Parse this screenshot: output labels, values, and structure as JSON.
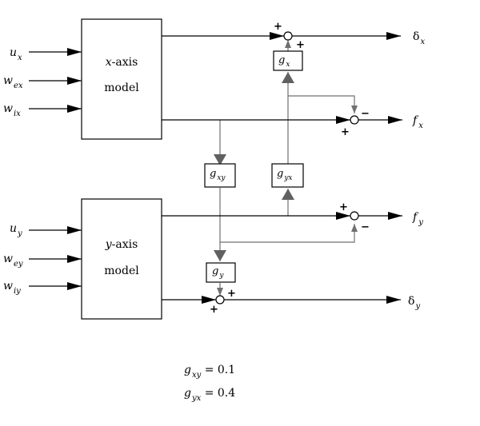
{
  "blocks": {
    "x_model": {
      "line1_var": "x",
      "line1_rest": "-axis",
      "line2": "model"
    },
    "y_model": {
      "line1_var": "y",
      "line1_rest": "-axis",
      "line2": "model"
    }
  },
  "inputs": {
    "ux": {
      "base": "u",
      "sub": "x"
    },
    "wex": {
      "base": "w",
      "sub": "ex"
    },
    "wix": {
      "base": "w",
      "sub": "ix"
    },
    "uy": {
      "base": "u",
      "sub": "y"
    },
    "wey": {
      "base": "w",
      "sub": "ey"
    },
    "wiy": {
      "base": "w",
      "sub": "iy"
    }
  },
  "outputs": {
    "dx": {
      "base": "δ",
      "sub": "x"
    },
    "fx": {
      "base": "f",
      "sub": "x"
    },
    "fy": {
      "base": "f",
      "sub": "y"
    },
    "dy": {
      "base": "δ",
      "sub": "y"
    }
  },
  "gains": {
    "gx": {
      "base": "g",
      "sub": "x"
    },
    "gxy": {
      "base": "g",
      "sub": "xy"
    },
    "gyx": {
      "base": "g",
      "sub": "yx"
    },
    "gy": {
      "base": "g",
      "sub": "y"
    }
  },
  "signs": {
    "sum_dx_top": "+",
    "sum_dx_bottom": "+",
    "sum_fx_top": "−",
    "sum_fx_bottom": "+",
    "sum_fy_top": "+",
    "sum_fy_bottom": "−",
    "sum_dy_top": "+",
    "sum_dy_bottom": "+"
  },
  "notes": {
    "gxy": {
      "base": "g",
      "sub": "xy",
      "eq": " = 0.1"
    },
    "gyx": {
      "base": "g",
      "sub": "yx",
      "eq": " = 0.4"
    }
  },
  "colors": {
    "main_line": "#000000",
    "coupling_line": "#707070",
    "arrow_gray": "#606060"
  }
}
